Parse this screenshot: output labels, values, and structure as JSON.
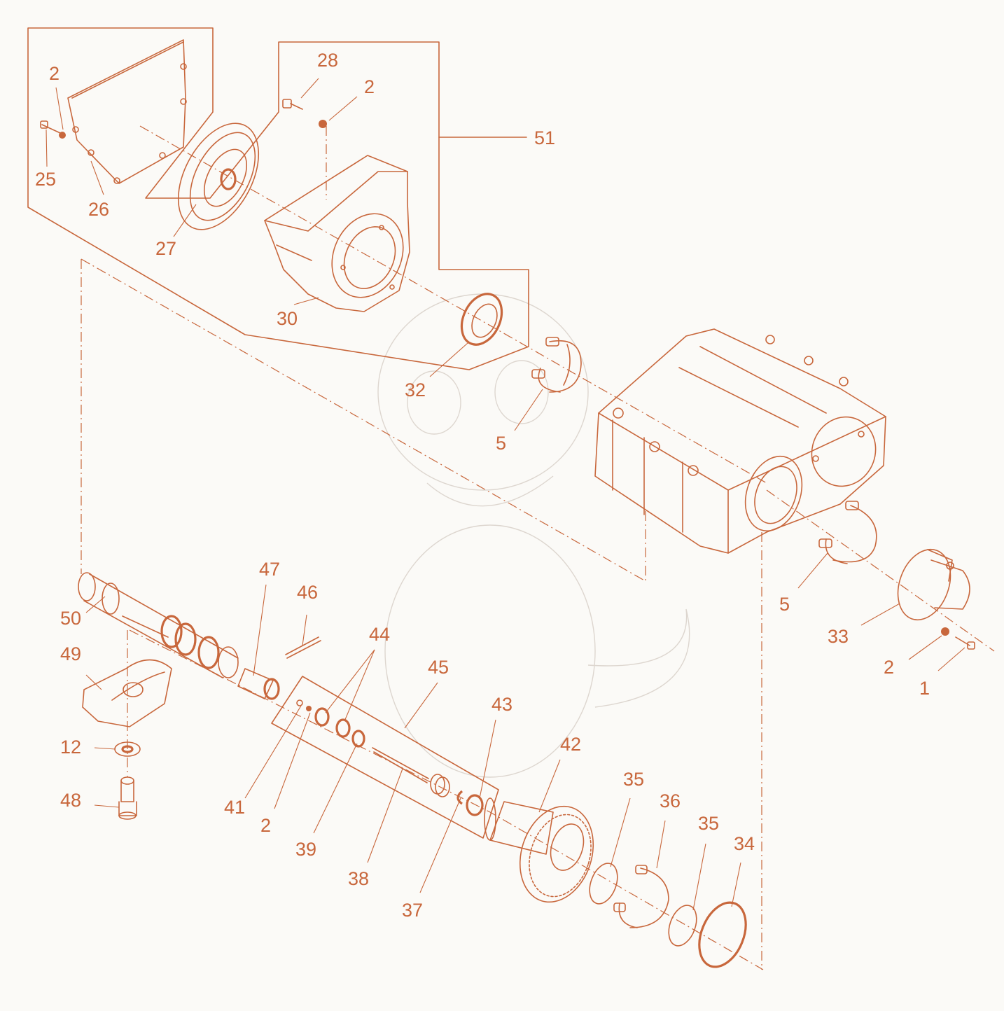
{
  "labels": {
    "l1": "1",
    "l2a": "2",
    "l2b": "2",
    "l2c": "2",
    "l2d": "2",
    "l5a": "5",
    "l5b": "5",
    "l12": "12",
    "l25": "25",
    "l26": "26",
    "l27": "27",
    "l28": "28",
    "l30": "30",
    "l32": "32",
    "l33": "33",
    "l34": "34",
    "l35a": "35",
    "l35b": "35",
    "l36": "36",
    "l37": "37",
    "l38": "38",
    "l39": "39",
    "l41": "41",
    "l42": "42",
    "l43": "43",
    "l44": "44",
    "l45": "45",
    "l46": "46",
    "l47": "47",
    "l48": "48",
    "l49": "49",
    "l50": "50",
    "l51": "51"
  },
  "colors": {
    "line": "#c8673c",
    "background": "#fbfaf7",
    "watermark": "#ddd6cf"
  }
}
